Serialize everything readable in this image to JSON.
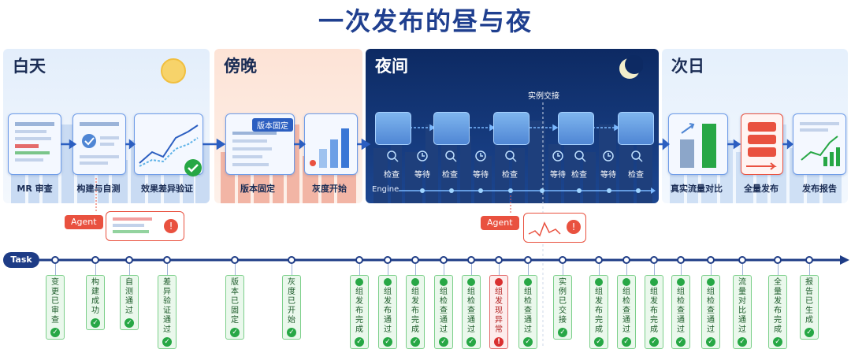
{
  "title": "一次发布的昼与夜",
  "phases": [
    {
      "name": "白天",
      "color": "#1b2d55"
    },
    {
      "name": "傍晚",
      "color": "#1b2d55"
    },
    {
      "name": "夜间",
      "color": "#ffffff"
    },
    {
      "name": "次日",
      "color": "#1b2d55"
    }
  ],
  "stages": {
    "day": [
      "MR 审查",
      "构建与自测",
      "效果差异验证"
    ],
    "dusk": [
      "版本固定",
      "灰度开始"
    ],
    "next_day": [
      "真实流量对比",
      "全量发布",
      "发布报告"
    ]
  },
  "dusk_badge": "版本固定",
  "night": {
    "handover_label": "实例交接",
    "engine_label": "Engine",
    "labels": [
      "检查",
      "等待",
      "检查",
      "等待",
      "检查",
      "等待",
      "检查",
      "等待",
      "检查"
    ]
  },
  "agent_label": "Agent",
  "task_label": "Task",
  "timeline_events": [
    {
      "text": "变更已审查",
      "status": "ok"
    },
    {
      "text": "构建成功",
      "status": "ok"
    },
    {
      "text": "自测通过",
      "status": "ok"
    },
    {
      "text": "差异验证通过",
      "status": "ok"
    },
    {
      "text": "版本已固定",
      "status": "ok"
    },
    {
      "text": "灰度已开始",
      "status": "ok"
    },
    {
      "text": "组发布完成",
      "status": "ok",
      "prefix": true
    },
    {
      "text": "组发布通过",
      "status": "ok",
      "prefix": true
    },
    {
      "text": "组发布完成",
      "status": "ok",
      "prefix": true
    },
    {
      "text": "组检查通过",
      "status": "ok",
      "prefix": true
    },
    {
      "text": "组检查通过",
      "status": "ok",
      "prefix": true
    },
    {
      "text": "组发现异常",
      "status": "error",
      "prefix": true
    },
    {
      "text": "组检查通过",
      "status": "ok",
      "prefix": true
    },
    {
      "text": "实例已交接",
      "status": "ok"
    },
    {
      "text": "组发布完成",
      "status": "ok",
      "prefix": true
    },
    {
      "text": "组检查通过",
      "status": "ok",
      "prefix": true
    },
    {
      "text": "组发布完成",
      "status": "ok",
      "prefix": true
    },
    {
      "text": "组检查通过",
      "status": "ok",
      "prefix": true
    },
    {
      "text": "组检查通过",
      "status": "ok",
      "prefix": true
    },
    {
      "text": "流量对比通过",
      "status": "ok"
    },
    {
      "text": "全量发布完成",
      "status": "ok"
    },
    {
      "text": "报告已生成",
      "status": "ok"
    }
  ],
  "icons": [
    "moon-icon",
    "sun-icon",
    "check-icon",
    "warning-icon",
    "search-icon",
    "clock-icon",
    "server-icon"
  ],
  "colors": {
    "night": "#0f2c66",
    "day": "#eaf2fc",
    "dusk": "#fde6dc",
    "next_day": "#eef5fd",
    "accent": "#1e3c86",
    "ok": "#27a745",
    "alert": "#e9513f"
  }
}
